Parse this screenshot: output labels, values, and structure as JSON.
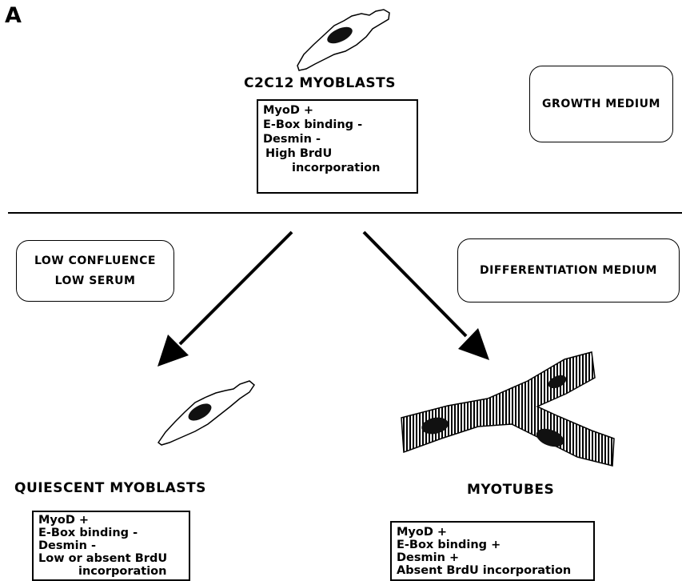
{
  "panel_label": "A",
  "growth": {
    "title": "C2C12 MYOBLASTS",
    "props": [
      "MyoD +",
      "E-Box binding -",
      "Desmin -",
      "High BrdU",
      "incorporation"
    ],
    "condition": [
      "GROWTH MEDIUM"
    ]
  },
  "quiescent": {
    "title": "QUIESCENT MYOBLASTS",
    "props": [
      "MyoD +",
      "E-Box binding -",
      "Desmin -",
      "Low or absent BrdU",
      "incorporation"
    ],
    "condition": [
      "LOW CONFLUENCE",
      "LOW SERUM"
    ]
  },
  "myotubes": {
    "title": "MYOTUBES",
    "props": [
      "MyoD +",
      "E-Box binding +",
      "Desmin +",
      "Absent BrdU incorporation"
    ],
    "condition": [
      "DIFFERENTIATION MEDIUM"
    ]
  }
}
